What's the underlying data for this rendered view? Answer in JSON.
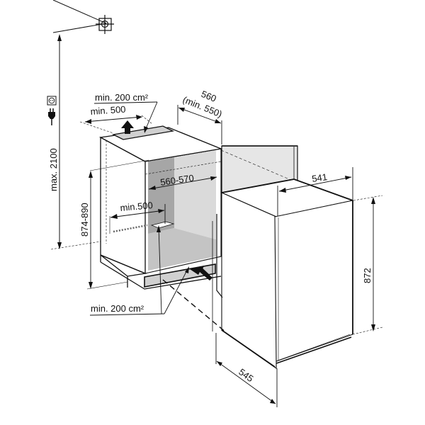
{
  "diagram": {
    "type": "built-in appliance installation dimension drawing",
    "units": "mm",
    "colors": {
      "line": "#111111",
      "niche_back_wall_dark": "#a6a6a6",
      "niche_side_light": "#dadada",
      "niche_floor": "#c4c4c4",
      "door_panel": "#e6e6e6",
      "vent_fill": "#d0d0d0",
      "background": "#ffffff"
    },
    "symbols": {
      "ceiling_mount": "crosshair-target-icon",
      "socket": "power-socket-icon",
      "plug": "power-plug-icon",
      "air_out_arrow": "arrow-up-icon",
      "air_in_arrow": "arrow-in-icon"
    },
    "labels": {
      "top_vent_area": "min. 200 cm²",
      "top_vent_depth": "min. 500",
      "niche_width": "560",
      "niche_width_min": "(min. 550)",
      "socket_height": "max. 2100",
      "niche_height": "874-890",
      "niche_depth": "560-570",
      "bottom_vent_depth": "min.500",
      "bottom_vent_area": "min. 200 cm²",
      "appliance_width": "541",
      "appliance_height": "872",
      "appliance_depth": "545"
    }
  }
}
